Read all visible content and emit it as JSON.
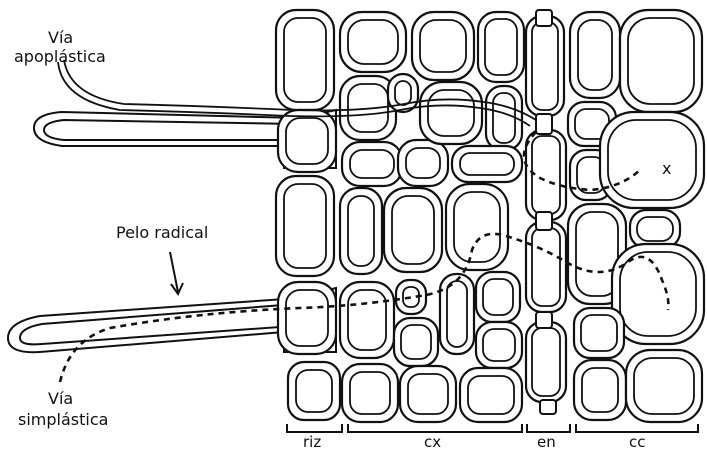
{
  "labels": {
    "via_apoplastica_line1": "Vía",
    "via_apoplastica_line2": "apoplástica",
    "via_simplastica_line1": "Vía",
    "via_simplastica_line2": "simplástica",
    "pelo_radical": "Pelo radical",
    "x_marker": "x"
  },
  "regions": {
    "riz": "riz",
    "cx": "cx",
    "en": "en",
    "cc": "cc"
  }
}
